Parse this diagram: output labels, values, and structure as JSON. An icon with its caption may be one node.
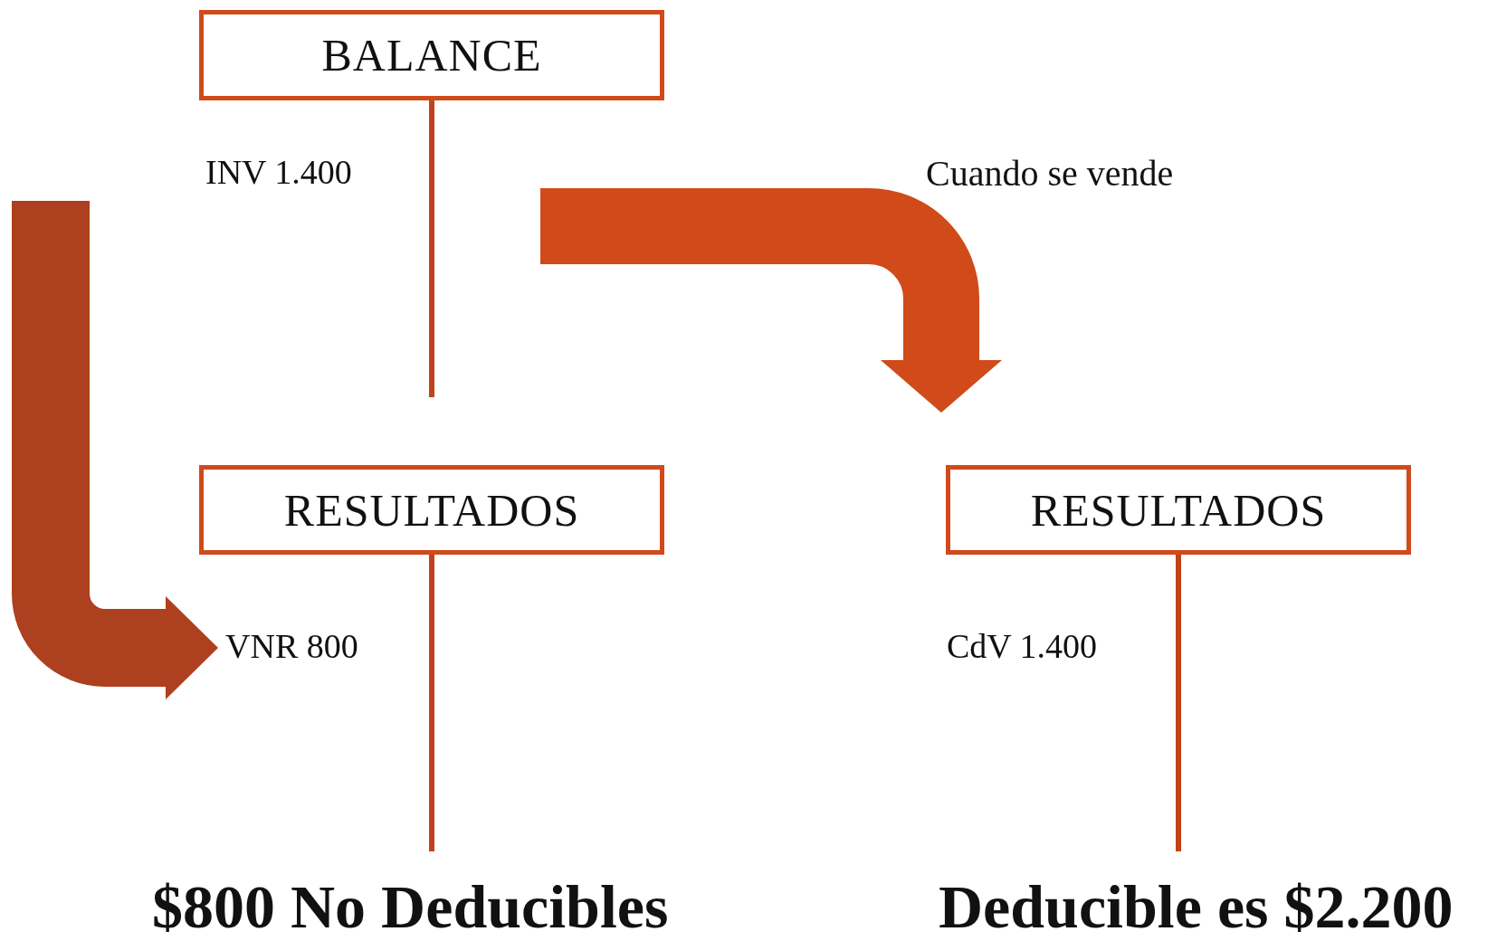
{
  "diagram": {
    "nodes": [
      {
        "text": [
          "BALANCE"
        ]
      },
      {
        "text": [
          "INV 1.400"
        ]
      },
      {
        "text": [
          "RESULTADOS"
        ]
      },
      {
        "text": [
          "VNR 800"
        ]
      },
      {
        "text": [
          "RESULTADOS"
        ]
      },
      {
        "text": [
          "CdV 1.400"
        ]
      }
    ],
    "edges": [
      {
        "from": null,
        "to": 3,
        "arrow": "to",
        "color": "#ad401e"
      },
      {
        "from": null,
        "to": 4,
        "arrow": "to",
        "label": "Cuando se vende",
        "color": "#d04a1a"
      }
    ],
    "labels": [
      "$800 No Deducibles",
      "Deducible es $2.200"
    ]
  }
}
